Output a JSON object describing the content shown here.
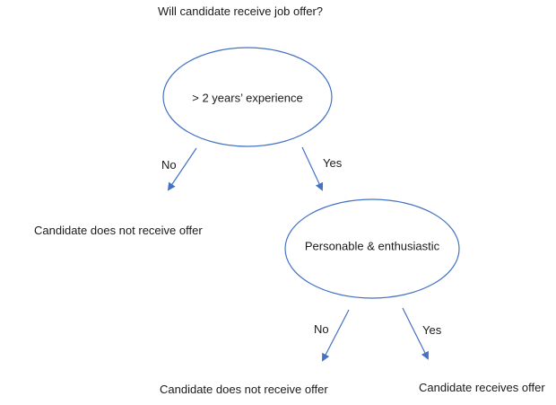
{
  "title": "Will candidate receive job offer?",
  "nodes": {
    "root": {
      "label": "> 2 years’ experience"
    },
    "second": {
      "label": "Personable & enthusiastic"
    }
  },
  "edges": {
    "root_no": "No",
    "root_yes": "Yes",
    "second_no": "No",
    "second_yes": "Yes"
  },
  "outcomes": {
    "root_no": "Candidate does not receive offer",
    "second_no": "Candidate does not receive offer",
    "second_yes": "Candidate receives offer"
  },
  "colors": {
    "stroke": "#4472c4",
    "text": "#1a1a1a"
  }
}
